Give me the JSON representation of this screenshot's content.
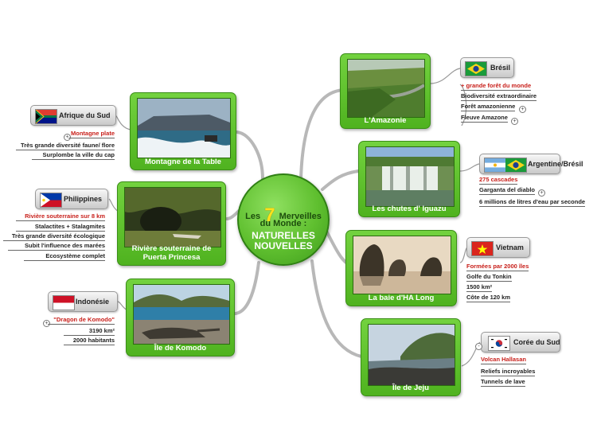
{
  "center": {
    "line1_prefix": "Les",
    "number": "7",
    "line1_suffix": "Merveilles",
    "line2": "du Monde :",
    "line3a": "NATURELLES",
    "line3b": "NOUVELLES"
  },
  "colors": {
    "branch": "#b8b8b8",
    "card_green": "#5cbf2a",
    "highlight_red": "#c8201b"
  },
  "wonders": [
    {
      "title": "L'Amazonie",
      "country": "Brésil",
      "flag_icon": "brazil-flag-icon",
      "facts": [
        "+ grande forêt du monde",
        "Biodiversité extraordinaire",
        "Forêt amazonienne",
        "Fleuve Amazone"
      ]
    },
    {
      "title": "Les chutes d' Iguazu",
      "country": "Argentine/Brésil",
      "flag_icon": "argentina-brazil-flags-icon",
      "facts": [
        "275 cascades",
        "Garganta del diablo",
        "6 millions de litres d'eau par seconde"
      ]
    },
    {
      "title": "La baie d'HA Long",
      "country": "Vietnam",
      "flag_icon": "vietnam-flag-icon",
      "facts": [
        "Formées par 2000 îles",
        "Golfe du Tonkin",
        "1500 km²",
        "Côte de 120 km"
      ]
    },
    {
      "title": "Île de Jeju",
      "country": "Corée du Sud",
      "flag_icon": "south-korea-flag-icon",
      "facts": [
        "Volcan Hallasan",
        "Reliefs incroyables",
        "Tunnels de lave"
      ]
    },
    {
      "title": "Montagne de la  Table",
      "country": "Afrique du Sud",
      "flag_icon": "south-africa-flag-icon",
      "facts": [
        "Montagne plate",
        "Très grande diversité faune/ flore",
        "Surplombe la ville du cap"
      ]
    },
    {
      "title_line1": "Rivière souterraine de",
      "title_line2": "Puerta Princesa",
      "country": "Philippines",
      "flag_icon": "philippines-flag-icon",
      "facts": [
        "Rivière souterraine sur 8 km",
        "Stalactites + Stalagmites",
        "Très grande diversité écologique",
        "Subit l'influence des marées",
        "Ecosystème complet"
      ]
    },
    {
      "title": "Île de Komodo",
      "country": "Indonésie",
      "flag_icon": "indonesia-flag-icon",
      "facts": [
        "\"Dragon de Komodo\"",
        "3190 km²",
        "2000 habitants"
      ]
    }
  ]
}
